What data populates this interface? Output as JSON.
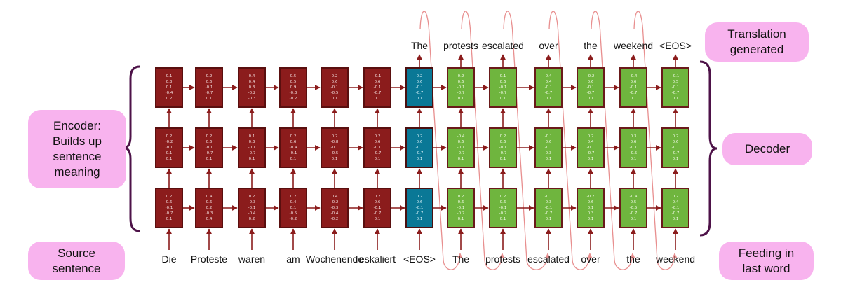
{
  "callouts": {
    "encoder": [
      "Encoder:",
      "Builds up",
      "sentence",
      "meaning"
    ],
    "source": [
      "Source",
      "sentence"
    ],
    "translation": [
      "Translation",
      "generated"
    ],
    "decoder": [
      "Decoder"
    ],
    "feeding": [
      "Feeding in",
      "last word"
    ]
  },
  "input_words": [
    "Die",
    "Proteste",
    "waren",
    "am",
    "Wochenende",
    "eskaliert",
    "<EOS>",
    "The",
    "protests",
    "escalated",
    "over",
    "the",
    "weekend"
  ],
  "output_words": [
    "The",
    "protests",
    "escalated",
    "over",
    "the",
    "weekend",
    "<EOS>"
  ],
  "encoder_steps": 6,
  "layers": {
    "top": [
      [
        "0.1",
        "0.3",
        "0.1",
        "-0.4",
        "0.2"
      ],
      [
        "0.2",
        "0.6",
        "-0.1",
        "-0.7",
        "0.1"
      ],
      [
        "0.4",
        "0.4",
        "0.3",
        "-0.2",
        "-0.3"
      ],
      [
        "0.5",
        "0.5",
        "0.9",
        "-0.3",
        "-0.2"
      ],
      [
        "0.2",
        "0.6",
        "-0.1",
        "-0.5",
        "0.1"
      ],
      [
        "-0.1",
        "0.6",
        "-0.1",
        "-0.7",
        "0.1"
      ],
      [
        "0.2",
        "0.6",
        "-0.1",
        "-0.7",
        "0.1"
      ],
      [
        "0.2",
        "0.6",
        "-0.1",
        "-0.7",
        "0.1"
      ],
      [
        "0.1",
        "0.6",
        "-0.1",
        "-0.7",
        "0.1"
      ],
      [
        "0.4",
        "0.4",
        "-0.1",
        "-0.7",
        "0.1"
      ],
      [
        "-0.2",
        "0.6",
        "-0.1",
        "-0.7",
        "0.1"
      ],
      [
        "-0.4",
        "0.6",
        "-0.1",
        "-0.7",
        "0.1"
      ],
      [
        "-0.1",
        "0.5",
        "-0.1",
        "-0.7",
        "0.1"
      ]
    ],
    "middle": [
      [
        "0.2",
        "-0.2",
        "-0.1",
        "0.1",
        "0.1"
      ],
      [
        "0.2",
        "0.6",
        "-0.1",
        "-0.7",
        "0.1"
      ],
      [
        "0.1",
        "0.3",
        "-0.1",
        "-0.7",
        "0.1"
      ],
      [
        "0.2",
        "0.6",
        "-0.4",
        "-0.1",
        "0.1"
      ],
      [
        "0.2",
        "-0.8",
        "-0.1",
        "-0.5",
        "0.1"
      ],
      [
        "0.2",
        "0.6",
        "-0.1",
        "-0.7",
        "0.1"
      ],
      [
        "0.2",
        "0.6",
        "-0.1",
        "-0.7",
        "0.1"
      ],
      [
        "-0.4",
        "0.6",
        "-0.1",
        "-0.7",
        "0.1"
      ],
      [
        "0.2",
        "0.6",
        "-0.1",
        "-0.7",
        "0.1"
      ],
      [
        "-0.1",
        "0.6",
        "-0.1",
        "0.3",
        "0.1"
      ],
      [
        "0.2",
        "0.4",
        "-0.1",
        "-0.7",
        "0.1"
      ],
      [
        "0.3",
        "0.6",
        "-0.1",
        "-0.5",
        "0.1"
      ],
      [
        "0.2",
        "0.6",
        "-0.1",
        "-0.7",
        "0.1"
      ]
    ],
    "bottom": [
      [
        "0.2",
        "0.6",
        "-0.1",
        "-0.7",
        "0.1"
      ],
      [
        "0.4",
        "0.6",
        "0.2",
        "-0.3",
        "0.4"
      ],
      [
        "0.2",
        "-0.3",
        "-0.1",
        "-0.4",
        "0.2"
      ],
      [
        "0.2",
        "0.4",
        "0.1",
        "-0.5",
        "-0.2"
      ],
      [
        "0.4",
        "-0.2",
        "-0.3",
        "-0.4",
        "-0.2"
      ],
      [
        "0.2",
        "0.6",
        "-0.1",
        "-0.7",
        "0.1"
      ],
      [
        "0.2",
        "0.6",
        "-0.1",
        "-0.7",
        "0.1"
      ],
      [
        "0.2",
        "0.6",
        "-0.1",
        "-0.7",
        "0.1"
      ],
      [
        "0.2",
        "0.6",
        "-0.1",
        "-0.7",
        "0.1"
      ],
      [
        "-0.1",
        "0.3",
        "-0.1",
        "-0.7",
        "0.1"
      ],
      [
        "-0.2",
        "0.6",
        "0.1",
        "0.3",
        "0.1"
      ],
      [
        "-0.4",
        "0.5",
        "-0.5",
        "-0.7",
        "0.1"
      ],
      [
        "0.2",
        "0.4",
        "-0.1",
        "-0.7",
        "0.1"
      ]
    ]
  },
  "colors": {
    "encoder_cell": "#8b1c1c",
    "eos_cell": "#0a7896",
    "decoder_cell": "#6fb53e",
    "arrow": "#8b1c1c",
    "feedback_loop": "#e88f8f",
    "brace": "#4d1248",
    "callout": "#f8b3ee"
  }
}
